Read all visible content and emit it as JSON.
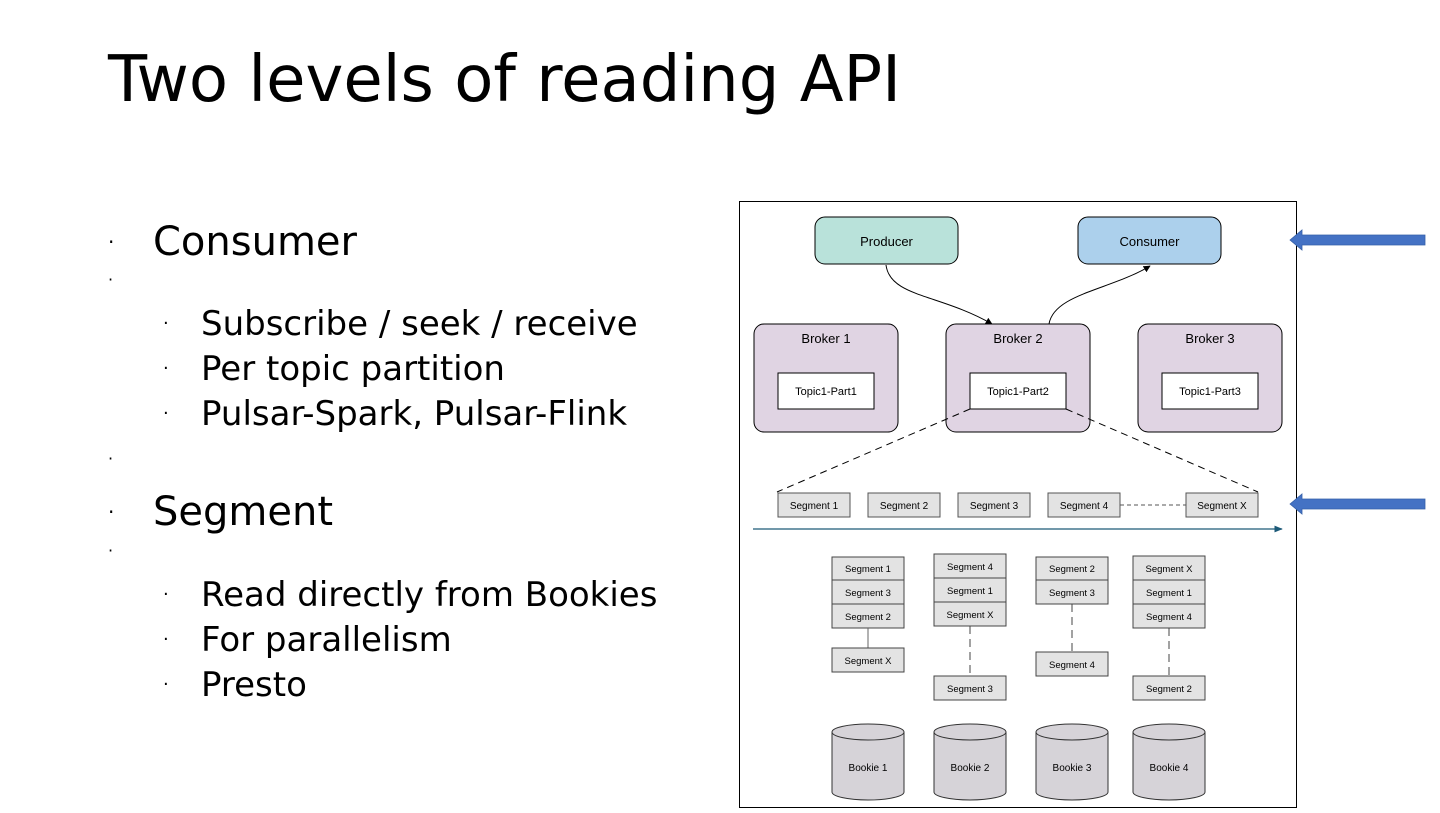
{
  "slide": {
    "title": "Two levels of reading API",
    "bullets": [
      {
        "text": "Consumer",
        "level": 1,
        "children": [
          "Subscribe / seek / receive",
          "Per topic partition",
          "Pulsar-Spark, Pulsar-Flink"
        ]
      },
      {
        "text": "Segment",
        "level": 1,
        "children": [
          "Read directly from Bookies",
          "For parallelism",
          "Presto"
        ]
      }
    ],
    "bullet_glyph": "·"
  },
  "diagram": {
    "producer": "Producer",
    "consumer": "Consumer",
    "brokers": [
      {
        "name": "Broker 1",
        "topic": "Topic1-Part1"
      },
      {
        "name": "Broker 2",
        "topic": "Topic1-Part2"
      },
      {
        "name": "Broker 3",
        "topic": "Topic1-Part3"
      }
    ],
    "segments": [
      "Segment 1",
      "Segment 2",
      "Segment 3",
      "Segment 4",
      "Segment X"
    ],
    "bookie_stacks": [
      {
        "top": [
          "Segment 1",
          "Segment 3",
          "Segment 2"
        ],
        "bottom": "Segment X"
      },
      {
        "top": [
          "Segment 4",
          "Segment 1",
          "Segment X"
        ],
        "bottom": "Segment 3"
      },
      {
        "top": [
          "Segment 2",
          "Segment 3"
        ],
        "bottom": "Segment 4"
      },
      {
        "top": [
          "Segment X",
          "Segment 1",
          "Segment 4"
        ],
        "bottom": "Segment 2"
      }
    ],
    "bookies": [
      "Bookie 1",
      "Bookie 2",
      "Bookie 3",
      "Bookie 4"
    ],
    "colors": {
      "producer": "#b9e2da",
      "consumer": "#acd0ec",
      "broker": "#e0d4e3",
      "segment": "#e3e3e3",
      "bookie": "#d6d3d8",
      "timeline": "#1c5a78",
      "pointer_arrow": "#4472c4"
    }
  },
  "pointers": [
    {
      "name": "consumer-level-arrow",
      "points_to": "Consumer"
    },
    {
      "name": "segment-level-arrow",
      "points_to": "Segment X"
    }
  ]
}
